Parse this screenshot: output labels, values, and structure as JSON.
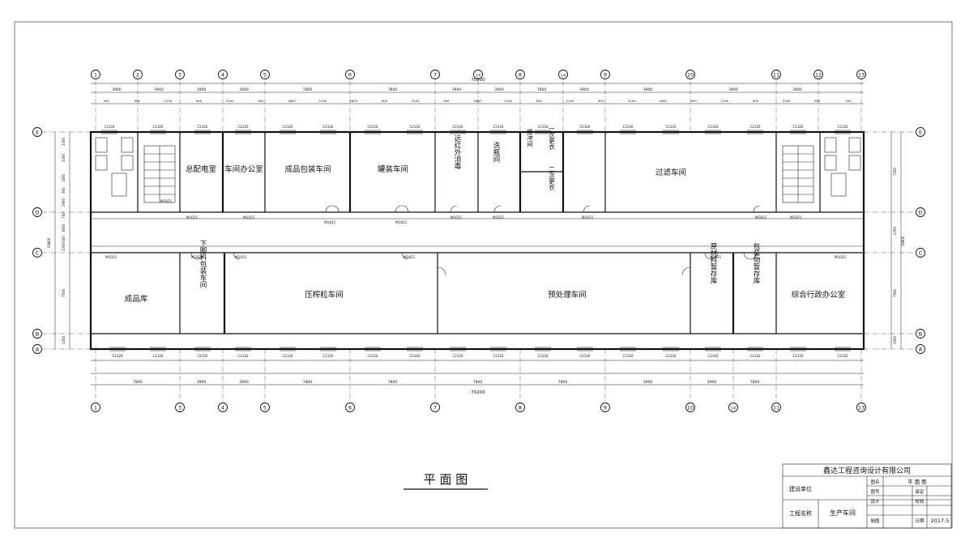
{
  "drawing": {
    "title": "平  面  图",
    "total_dim": "70200"
  },
  "axes": {
    "columns_top": [
      "1",
      "2",
      "3",
      "4",
      "5",
      "6",
      "7",
      "1/4",
      "8",
      "1/4",
      "9",
      "10",
      "11",
      "12",
      "13"
    ],
    "columns_bottom": [
      "1",
      "3",
      "4",
      "5",
      "6",
      "7",
      "8",
      "9",
      "10",
      "1/4",
      "11",
      "13"
    ],
    "rows": [
      "E",
      "D",
      "C",
      "B",
      "A"
    ]
  },
  "dims": {
    "top_spans": [
      "3900",
      "3900",
      "3900",
      "3900",
      "7800",
      "7800",
      "3900",
      "3900",
      "7800",
      "3900",
      "3900",
      "3900",
      "3900"
    ],
    "bottom_spans": [
      "7800",
      "3900",
      "3900",
      "7800",
      "7800",
      "7800",
      "7800",
      "3900",
      "3900",
      "7800"
    ],
    "top_detail": [
      "300",
      "900",
      "2100",
      "900",
      "2100",
      "900",
      "1800",
      "2100",
      "1800",
      "900",
      "2100",
      "900",
      "1800",
      "2100",
      "900",
      "2100",
      "900",
      "2100",
      "1800",
      "900",
      "2100",
      "900",
      "2100",
      "900",
      "300"
    ],
    "left_side": [
      "3300",
      "3300",
      "1650",
      "900",
      "3900",
      "750",
      "3600",
      "600",
      "3700",
      "7500",
      "1200",
      "19800"
    ],
    "right_side": [
      "7200",
      "2700",
      "19800",
      "7500",
      "1500"
    ]
  },
  "rooms": [
    {
      "id": "r1",
      "label": "总配电室"
    },
    {
      "id": "r2",
      "label": "车间办公室"
    },
    {
      "id": "r3",
      "label": "成品包装车间"
    },
    {
      "id": "r4",
      "label": "罐装车间"
    },
    {
      "id": "r5",
      "label": "远红外消毒"
    },
    {
      "id": "r6",
      "label": "洗瓶间"
    },
    {
      "id": "r7",
      "label": "一次更衣"
    },
    {
      "id": "r8",
      "label": "二次更衣"
    },
    {
      "id": "r9",
      "label": "缓冲间"
    },
    {
      "id": "r10",
      "label": "过滤车间"
    },
    {
      "id": "r11",
      "label": "成品库"
    },
    {
      "id": "r12",
      "label": "下脚料包装车间"
    },
    {
      "id": "r13",
      "label": "压榨粒车间"
    },
    {
      "id": "r14",
      "label": "预处理车间"
    },
    {
      "id": "r15",
      "label": "原材料暂存库"
    },
    {
      "id": "r16",
      "label": "包装物暂存库"
    },
    {
      "id": "r17",
      "label": "综合行政办公室"
    }
  ],
  "window_tag": "C2120",
  "door_tag": "M1021",
  "door_tag2": "M1821",
  "title_block": {
    "company": "鑫达工程咨询设计有限公司",
    "client_label": "建设单位",
    "project_label": "工程名称",
    "project_name": "生产车间",
    "drawing_name_label": "图名",
    "drawing_name": "平  面  图",
    "drawing_no_label": "图号",
    "review_label": "审定",
    "design_label": "设计",
    "check_label": "校核",
    "draw_label": "制图",
    "date_label": "日期",
    "date": "2017.5"
  }
}
